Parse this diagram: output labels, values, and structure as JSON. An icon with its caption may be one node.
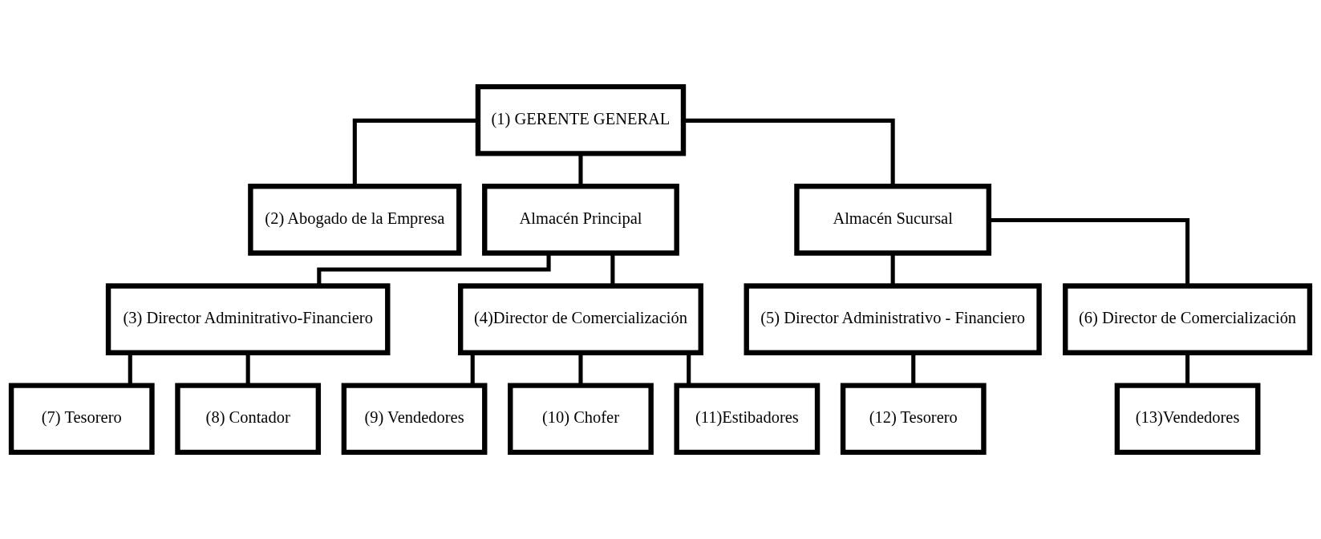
{
  "diagram": {
    "nodes": [
      {
        "text": [
          "(1) GERENTE GENERAL"
        ]
      },
      {
        "text": [
          "(2) Abogado de la Empresa"
        ]
      },
      {
        "text": [
          "Almacén Principal"
        ]
      },
      {
        "text": [
          "Almacén Sucursal"
        ]
      },
      {
        "text": [
          "(3) Director Adminitrativo-Financiero"
        ]
      },
      {
        "text": [
          "(4)Director de Comercialización"
        ]
      },
      {
        "text": [
          "(5) Director Administrativo - Financiero"
        ]
      },
      {
        "text": [
          "(6) Director de Comercialización"
        ]
      },
      {
        "text": [
          "(7) Tesorero"
        ]
      },
      {
        "text": [
          "(8) Contador"
        ]
      },
      {
        "text": [
          "(9) Vendedores"
        ]
      },
      {
        "text": [
          "(10) Chofer"
        ]
      },
      {
        "text": [
          "(11)Estibadores"
        ]
      },
      {
        "text": [
          "(12) Tesorero"
        ]
      },
      {
        "text": [
          "(13)Vendedores"
        ]
      }
    ],
    "edges": [
      {
        "from": 0,
        "to": 1,
        "arrow": "none"
      },
      {
        "from": 0,
        "to": 2,
        "arrow": "none"
      },
      {
        "from": 0,
        "to": 3,
        "arrow": "none"
      },
      {
        "from": 2,
        "to": 4,
        "arrow": "none"
      },
      {
        "from": 2,
        "to": 5,
        "arrow": "none"
      },
      {
        "from": 3,
        "to": 6,
        "arrow": "none"
      },
      {
        "from": 3,
        "to": 7,
        "arrow": "none"
      },
      {
        "from": 4,
        "to": 8,
        "arrow": "none"
      },
      {
        "from": 4,
        "to": 9,
        "arrow": "none"
      },
      {
        "from": 5,
        "to": 10,
        "arrow": "none"
      },
      {
        "from": 5,
        "to": 11,
        "arrow": "none"
      },
      {
        "from": 5,
        "to": 12,
        "arrow": "none"
      },
      {
        "from": 6,
        "to": 13,
        "arrow": "none"
      },
      {
        "from": 7,
        "to": 14,
        "arrow": "none"
      }
    ]
  }
}
